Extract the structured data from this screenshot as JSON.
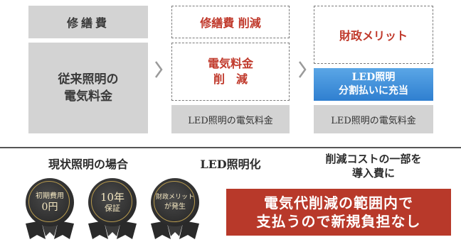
{
  "col1": {
    "top_label": "修繕費",
    "body_lines": [
      "従来照明の",
      "電気料金"
    ],
    "caption": "現状照明の場合"
  },
  "col2": {
    "top_label": "修繕費 削減",
    "mid_lines": [
      "電気料金",
      "削　減"
    ],
    "bottom_label": "LED照明の電気料金",
    "caption": "LED照明化"
  },
  "col3": {
    "top_label": "財政メリット",
    "blue_lines": [
      "LED照明",
      "分割払いに充当"
    ],
    "bottom_label": "LED照明の電気料金",
    "caption_lines": [
      "削減コストの一部を",
      "導入費に"
    ]
  },
  "medals": [
    {
      "line1": "初期費用",
      "line2": "0円"
    },
    {
      "line1": "10年",
      "line2": "保証"
    },
    {
      "line1": "財政メリット",
      "line2": "が発生"
    }
  ],
  "banner": {
    "line1": "電気代削減の範囲内で",
    "line2": "支払うので新規負担なし"
  },
  "colors": {
    "gray_box": "#d3d3d3",
    "accent_red": "#c0392b",
    "banner_red": "#b8392a",
    "blue": "#2f7fd0",
    "medal_dark": "#1e1e1e",
    "medal_gold": "#b79a4e"
  },
  "icons": [
    "chevron-right-icon",
    "medal-icon"
  ]
}
